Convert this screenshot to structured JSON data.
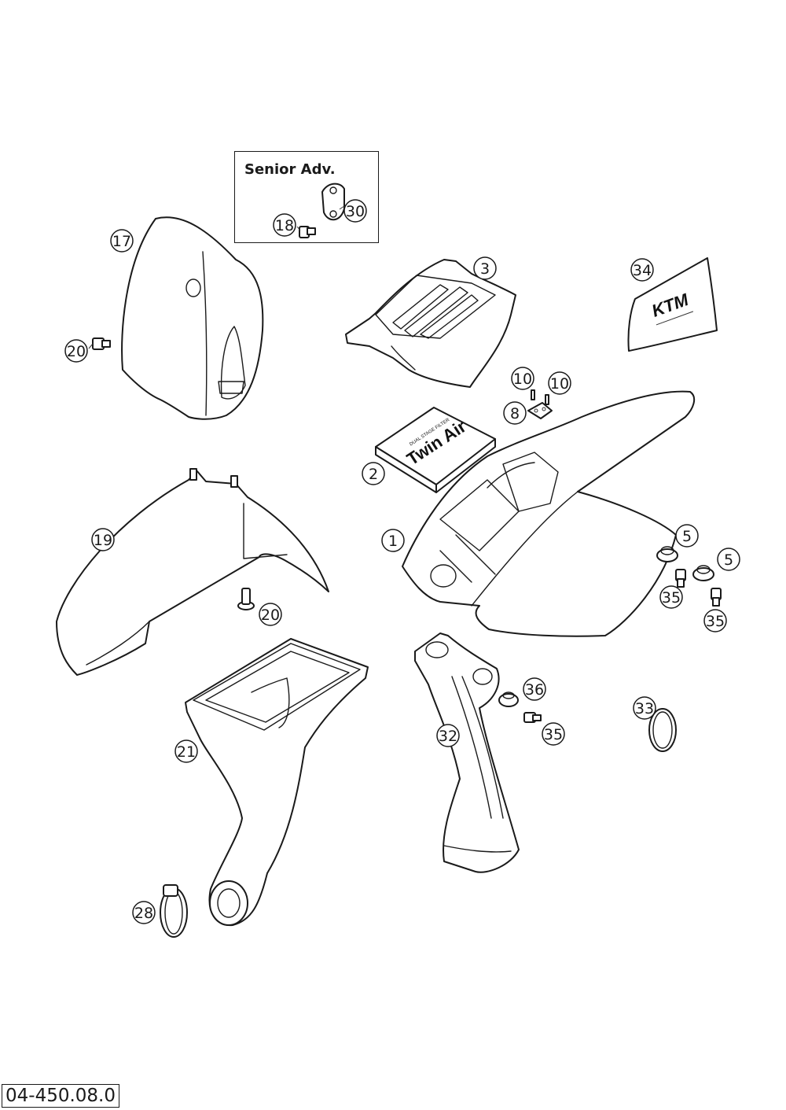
{
  "diagram": {
    "drawing_number": "04-450.08.0",
    "variant_box": {
      "label": "Senior Adv."
    },
    "filter_text": "Twin Air",
    "filter_subtext": "DUAL STAGE FILTER",
    "decal_text": "KTM",
    "callouts": [
      {
        "id": "c1",
        "number": "1"
      },
      {
        "id": "c2",
        "number": "2"
      },
      {
        "id": "c3",
        "number": "3"
      },
      {
        "id": "c5a",
        "number": "5"
      },
      {
        "id": "c5b",
        "number": "5"
      },
      {
        "id": "c8",
        "number": "8"
      },
      {
        "id": "c10a",
        "number": "10"
      },
      {
        "id": "c10b",
        "number": "10"
      },
      {
        "id": "c17",
        "number": "17"
      },
      {
        "id": "c18",
        "number": "18"
      },
      {
        "id": "c19",
        "number": "19"
      },
      {
        "id": "c20a",
        "number": "20"
      },
      {
        "id": "c20b",
        "number": "20"
      },
      {
        "id": "c21",
        "number": "21"
      },
      {
        "id": "c28",
        "number": "28"
      },
      {
        "id": "c30",
        "number": "30"
      },
      {
        "id": "c32",
        "number": "32"
      },
      {
        "id": "c33",
        "number": "33"
      },
      {
        "id": "c34",
        "number": "34"
      },
      {
        "id": "c35a",
        "number": "35"
      },
      {
        "id": "c35b",
        "number": "35"
      },
      {
        "id": "c35c",
        "number": "35"
      },
      {
        "id": "c36",
        "number": "36"
      }
    ]
  }
}
